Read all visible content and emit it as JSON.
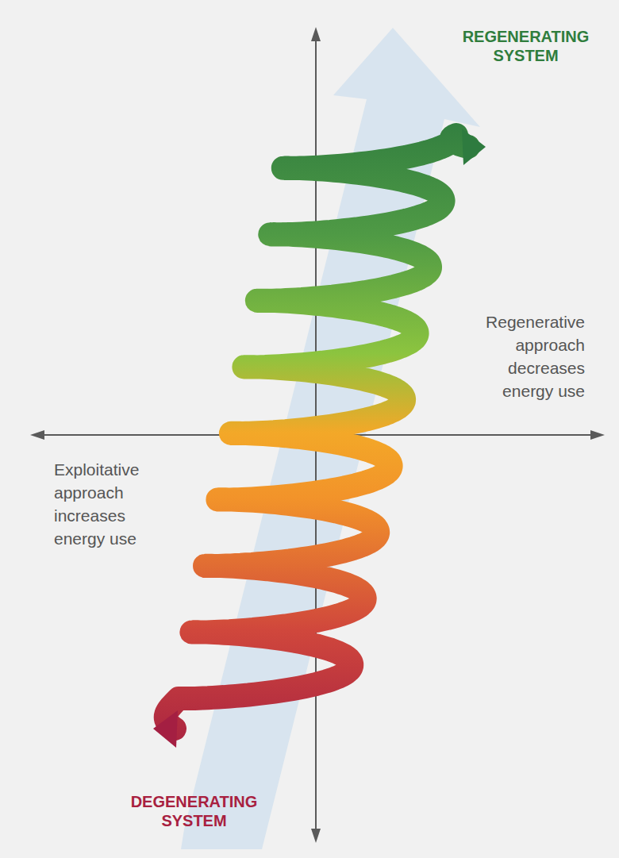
{
  "diagram": {
    "labels": [
      "REGENERATING SYSTEM",
      "Regenerative approach decreases energy use",
      "Exploitative approach increases energy use",
      "DEGENERATING SYSTEM"
    ]
  }
}
